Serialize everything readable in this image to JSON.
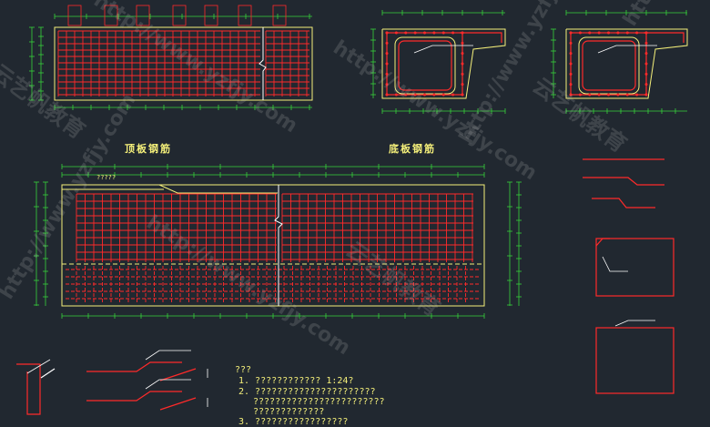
{
  "labels": {
    "top_slab": "顶板钢筋",
    "bottom_slab": "底板钢筋",
    "small_tag": "?????"
  },
  "notes": {
    "title": "???",
    "line1": "1. ????????????  1:24?",
    "line2": "2. ??????????????????????",
    "line3": "????????????????????????",
    "line4": "?????????????",
    "line5": "3. ?????????????????"
  },
  "watermarks": {
    "url": "http://www.yzfjy.com",
    "brand": "云艺帆教育"
  },
  "colors": {
    "background": "#212830",
    "rebar": "#ff2a2a",
    "outline": "#f5f07a",
    "dimension": "#37d23a",
    "annotation": "#ffffff"
  }
}
